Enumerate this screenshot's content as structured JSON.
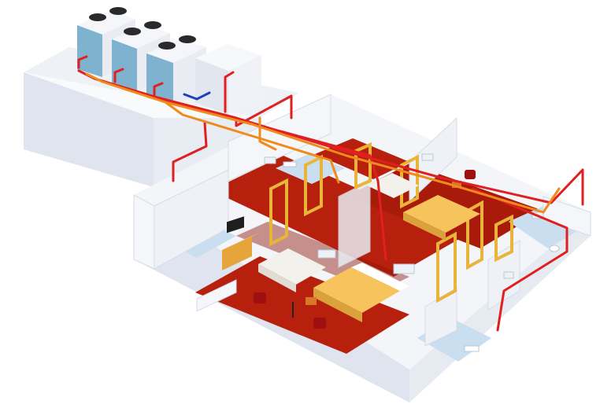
{
  "diagram": {
    "colors": {
      "background": "#ffffff",
      "wall": "#f3f5f9",
      "wall_shade": "#dfe4ee",
      "floor_wood": "#b8200e",
      "floor_wood_dark": "#8f1607",
      "bathroom_tile": "#c9dff0",
      "bed_cover": "#f6c35c",
      "door_frame": "#e9b43a",
      "pipe_supply": "#e02020",
      "pipe_return": "#f08a1c",
      "pipe_cold": "#1f3fbf",
      "outdoor_unit": "#7fb2cf",
      "outdoor_unit_body": "#eef1f6",
      "fan_top": "#2a2a2a",
      "furniture_wood": "#e6a53a",
      "chair": "#9e1010"
    },
    "components": [
      {
        "name": "outdoor-unit",
        "count": 3
      },
      {
        "name": "water-module",
        "count": 1
      },
      {
        "name": "bedroom",
        "count": 4
      },
      {
        "name": "bathroom",
        "count": 4
      },
      {
        "name": "indoor-fan-coil",
        "count": 6
      }
    ],
    "icons": [
      "fan-icon",
      "bed-icon",
      "tv-icon",
      "chair-icon",
      "sink-icon",
      "toilet-icon",
      "pipe-icon"
    ]
  }
}
